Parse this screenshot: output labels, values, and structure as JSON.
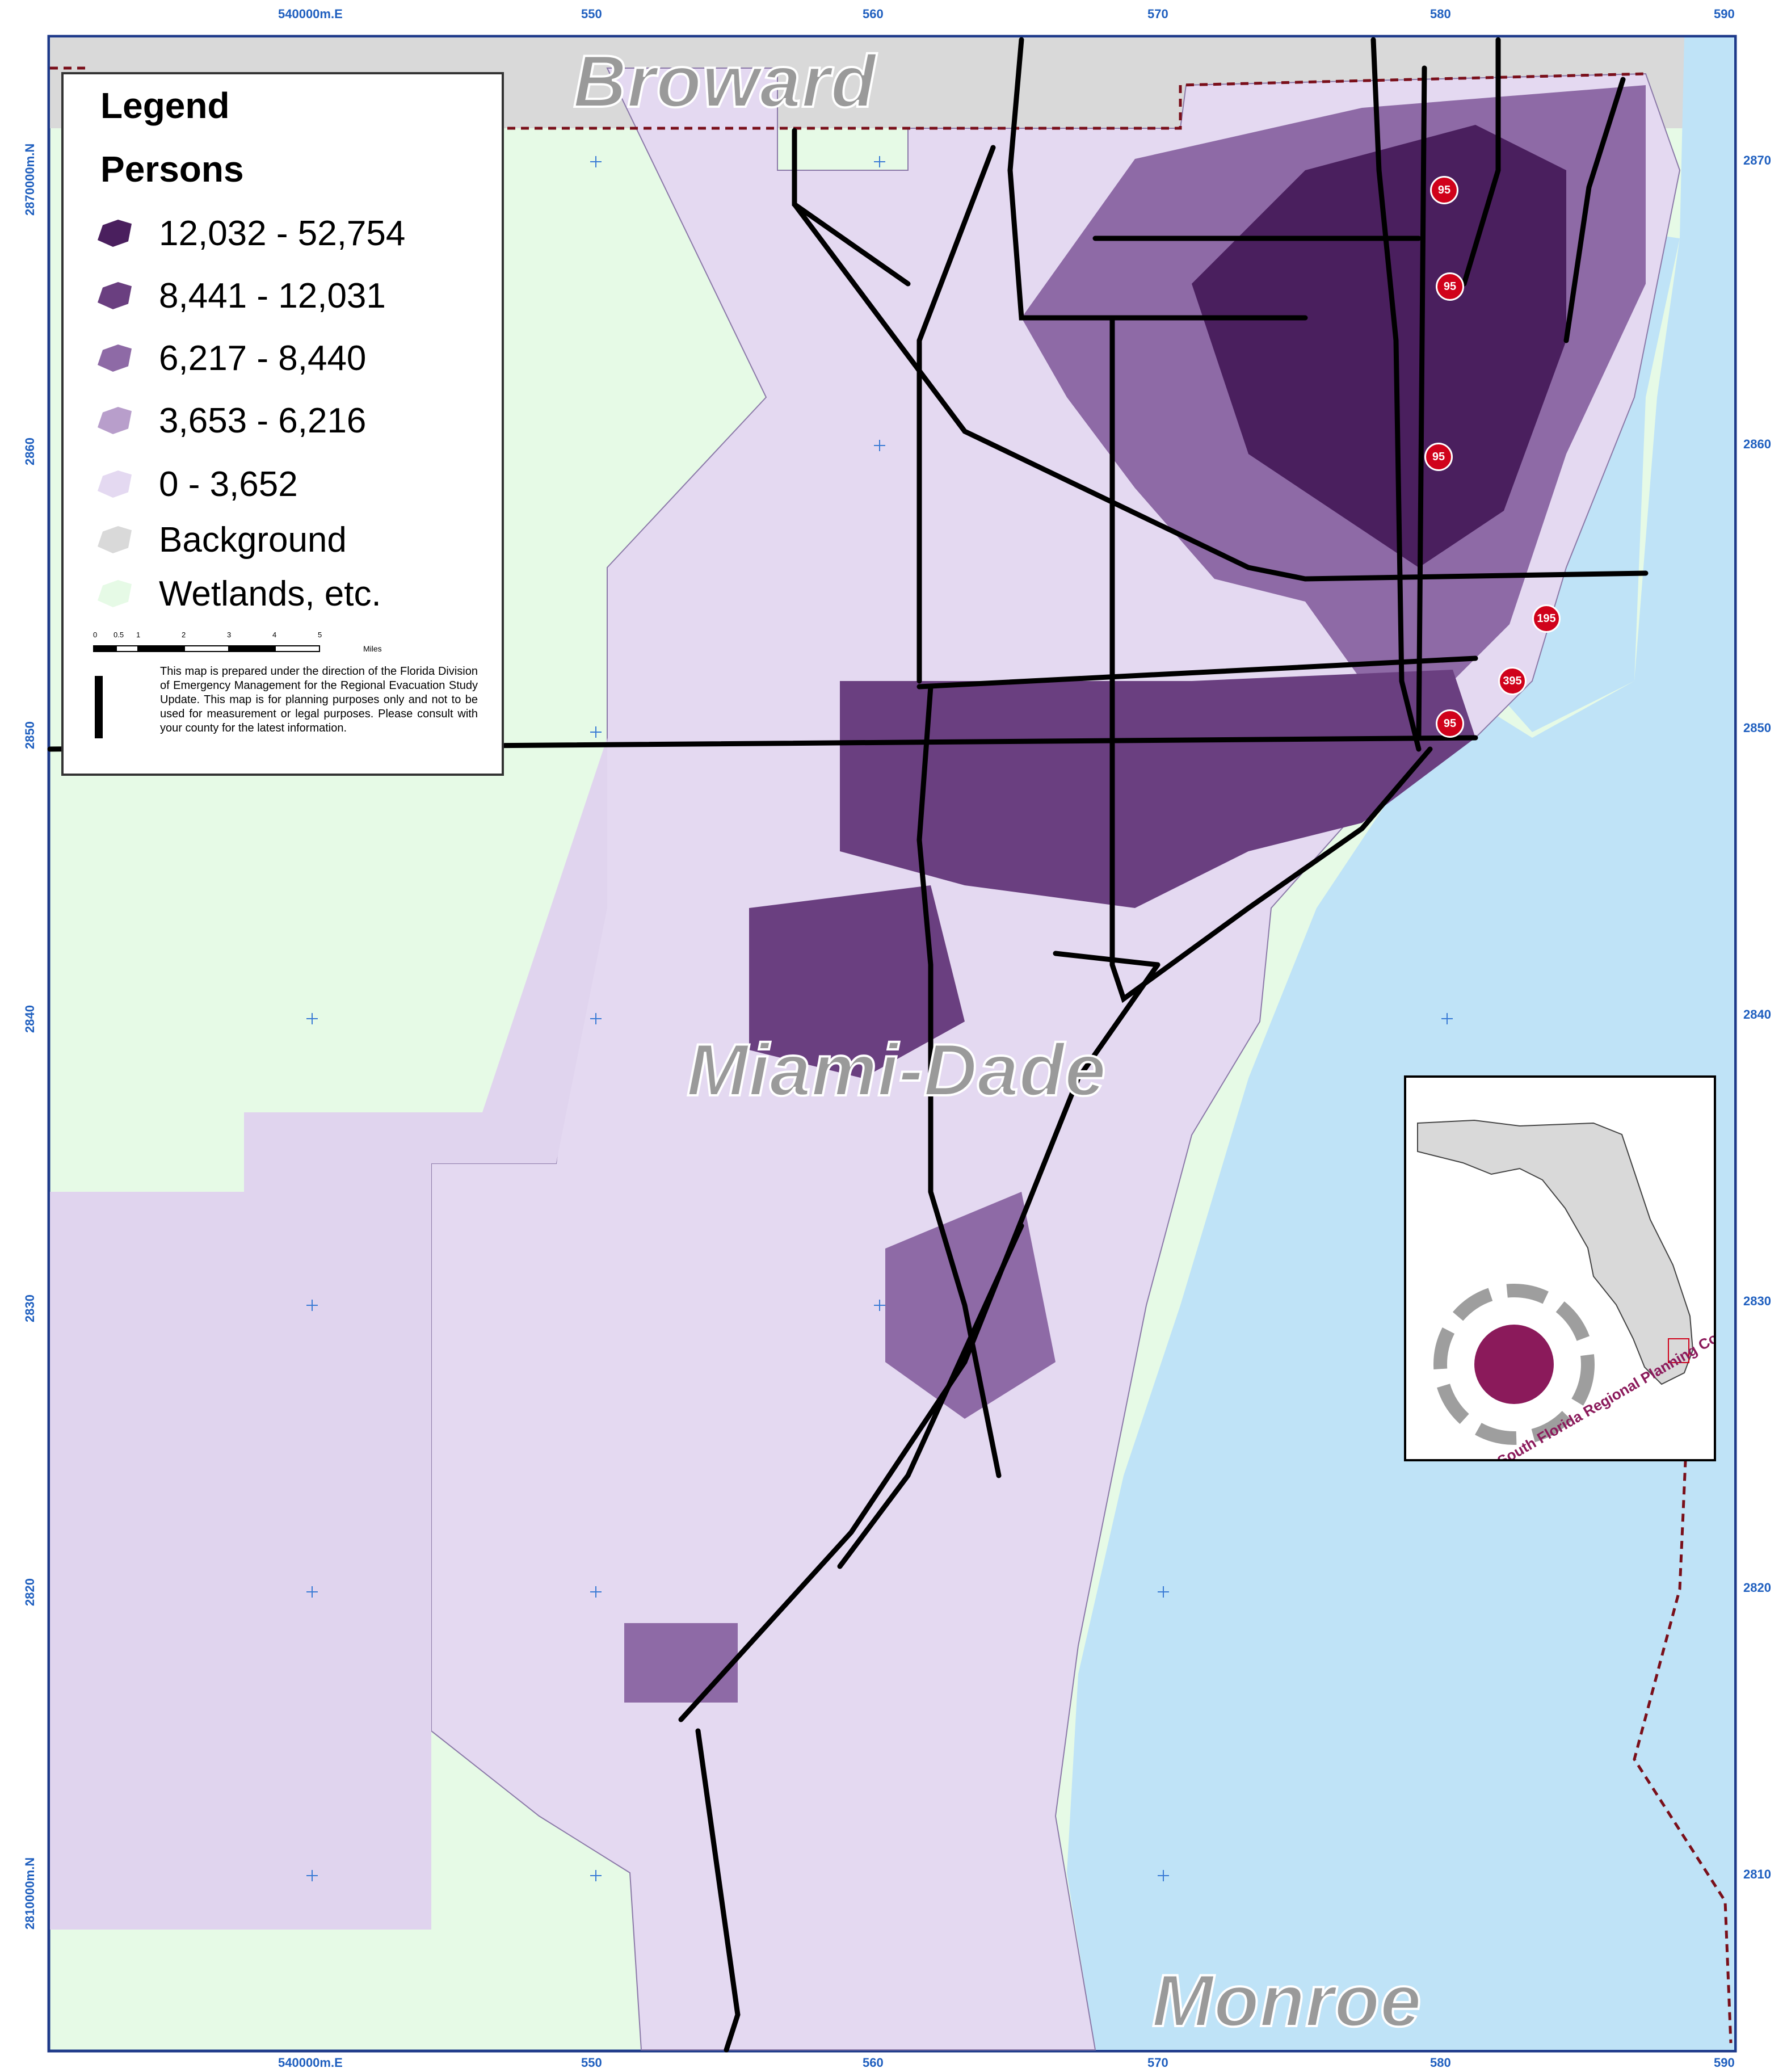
{
  "legend": {
    "title": "Legend",
    "subtitle": "Persons",
    "classes": [
      {
        "label": "12,032 - 52,754",
        "color": "#4a1f5e"
      },
      {
        "label": "8,441 - 12,031",
        "color": "#6a3f80"
      },
      {
        "label": "6,217 - 8,440",
        "color": "#8e6aa6"
      },
      {
        "label": "3,653 - 6,216",
        "color": "#b89ecb"
      },
      {
        "label": "0 - 3,652",
        "color": "#e4d9f1"
      },
      {
        "label": "Background",
        "color": "#d9d9d9"
      },
      {
        "label": "Wetlands, etc.",
        "color": "#e6fae6"
      }
    ],
    "scale": {
      "ticks": [
        "0",
        "0.5",
        "1",
        "2",
        "3",
        "4",
        "5"
      ],
      "units": "Miles"
    },
    "disclaimer": "This map is prepared under the direction of the Florida Division of Emergency Management for the Regional Evacuation Study Update. This map is for planning purposes only and not to be used for measurement or legal purposes. Please consult with your county for the latest information."
  },
  "counties": {
    "north": "Broward",
    "main": "Miami-Dade",
    "south": "Monroe"
  },
  "grid": {
    "easting_labels": [
      "540000m.E",
      "550",
      "560",
      "570",
      "580",
      "590"
    ],
    "northing_labels": [
      "2870000m.N",
      "2870",
      "2860",
      "2850",
      "2840",
      "2830",
      "2820",
      "2810",
      "2810000m.N"
    ]
  },
  "inset": {
    "org_name": "South Florida Regional Planning Council"
  },
  "highway_shields": [
    "95",
    "95",
    "95",
    "95",
    "195",
    "395"
  ],
  "colors": {
    "water": "#bfe3f7",
    "wetlands": "#e6fae6",
    "county_line": "#7a0f1a",
    "road": "#000000",
    "grid": "#3a7bd5"
  }
}
